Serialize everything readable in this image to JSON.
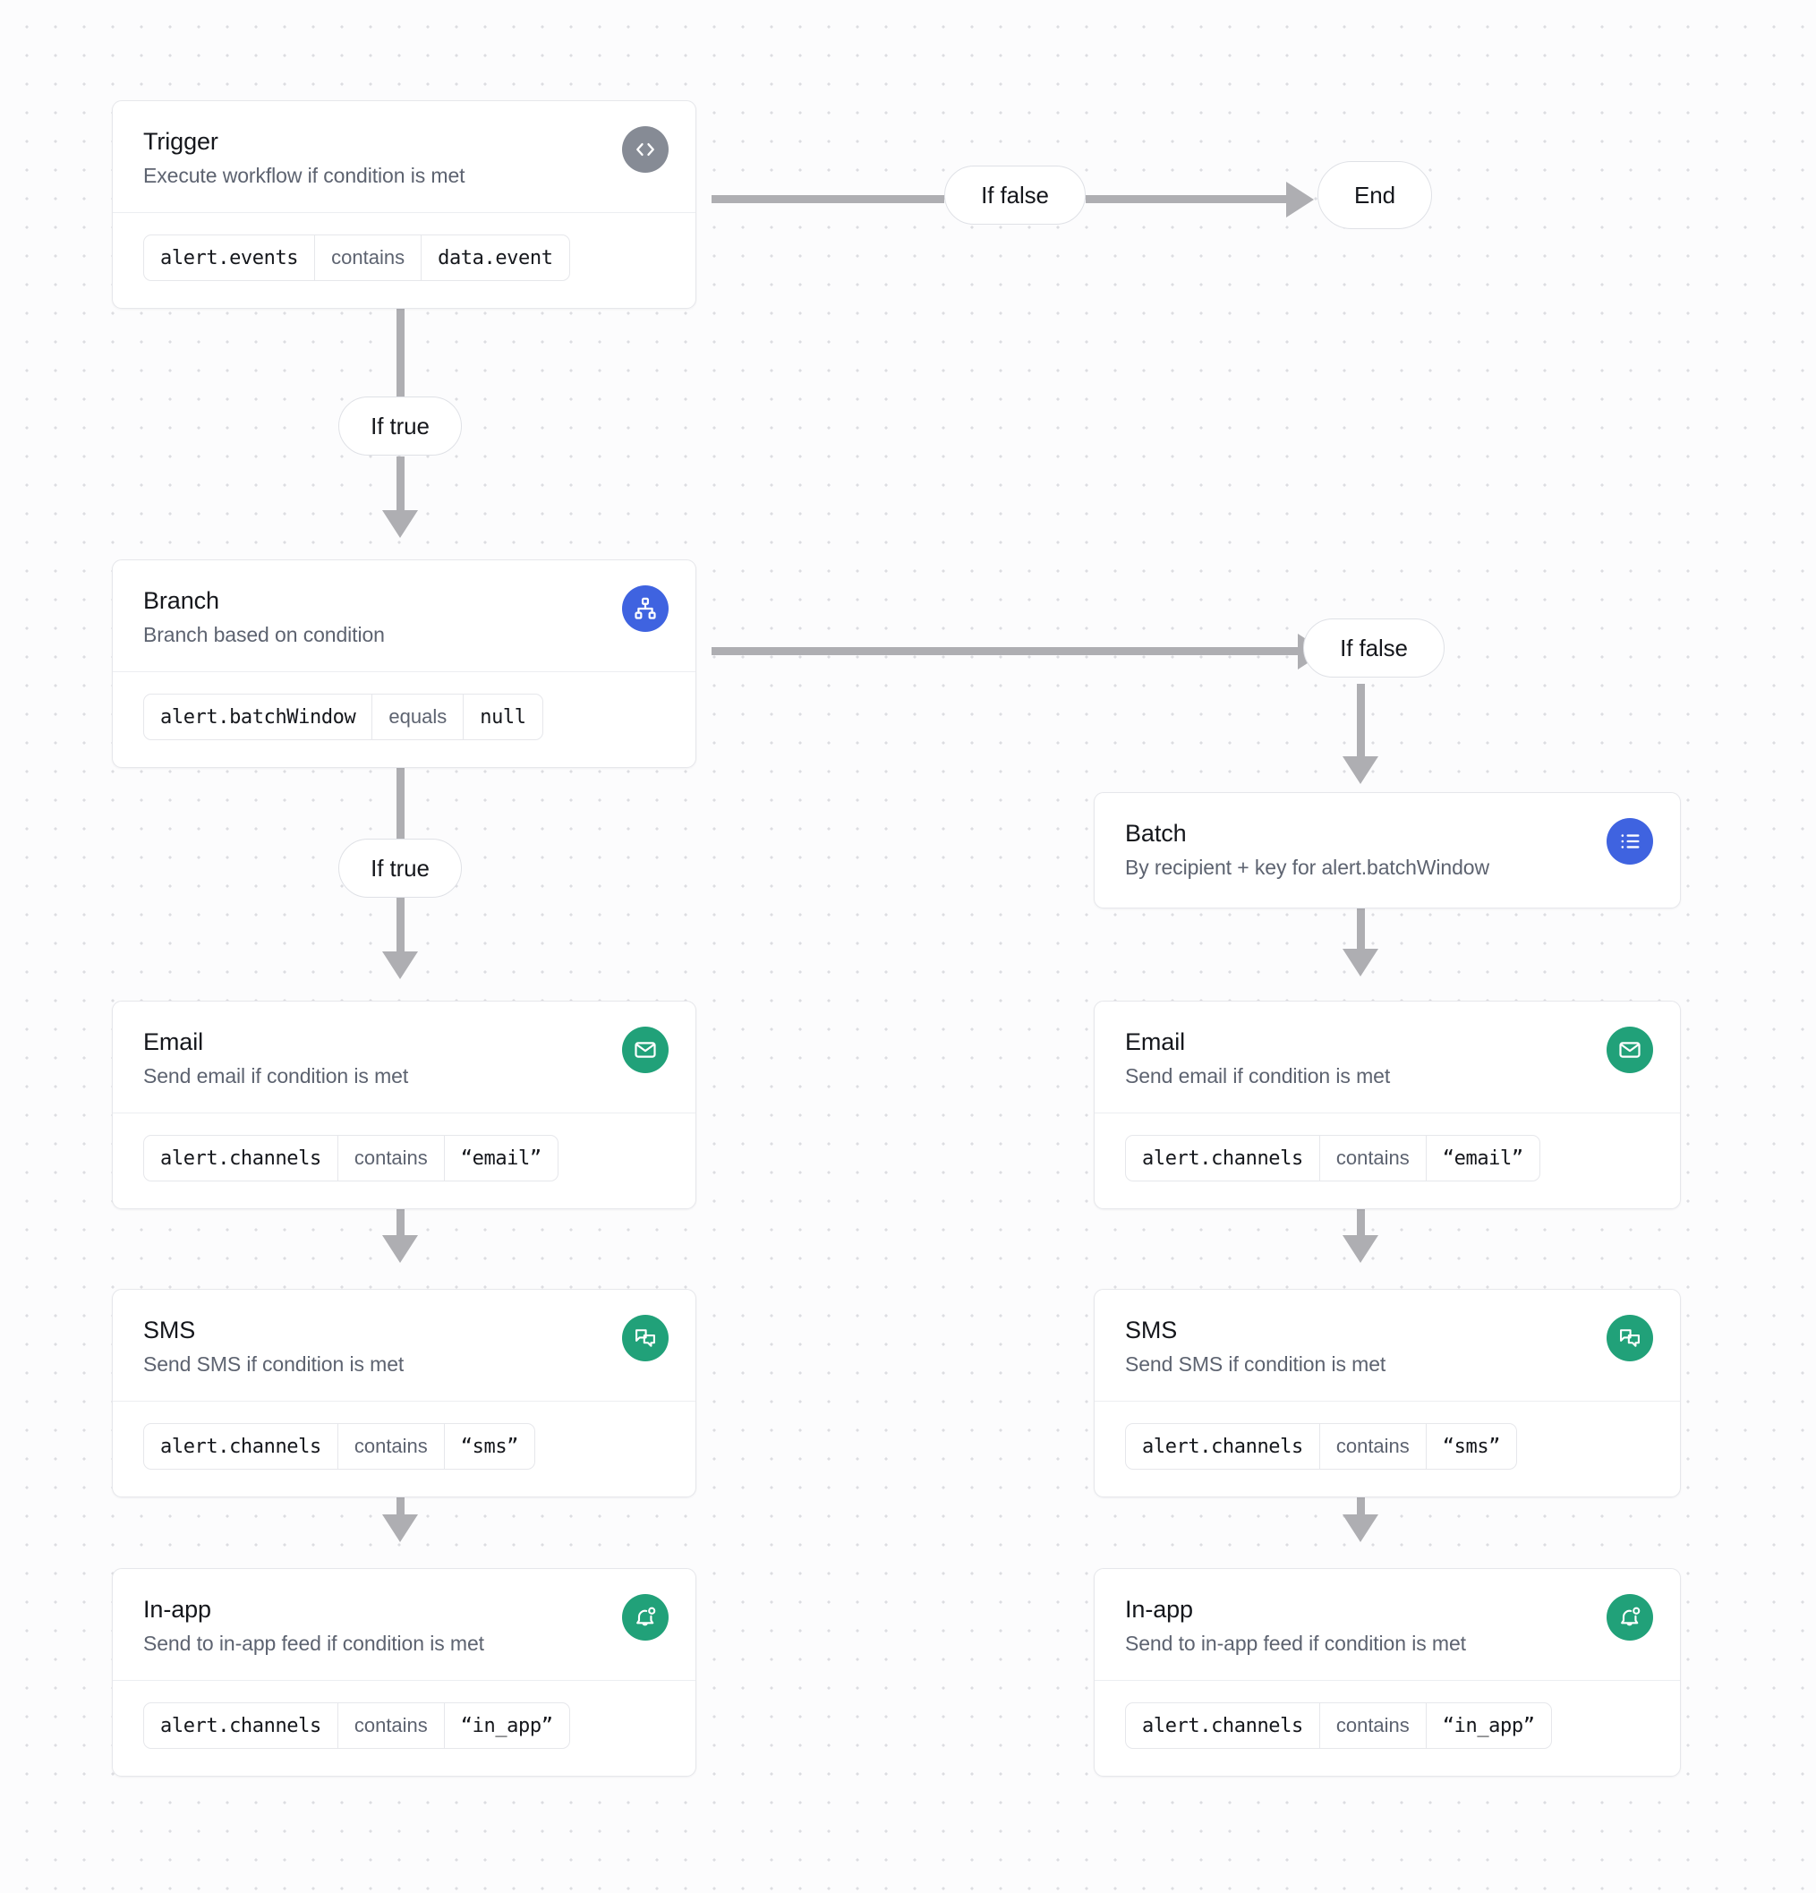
{
  "canvas": {
    "background": "#fcfcfd",
    "accent_blue": "#3f63e0",
    "accent_green": "#21a179",
    "accent_gray": "#868b95",
    "connector_color": "#aeaeb2"
  },
  "nodes": {
    "trigger": {
      "title": "Trigger",
      "subtitle": "Execute workflow if condition is met",
      "icon": "code-icon",
      "condition": {
        "field": "alert.events",
        "operator": "contains",
        "value": "data.event"
      }
    },
    "branch": {
      "title": "Branch",
      "subtitle": "Branch based on condition",
      "icon": "hierarchy-icon",
      "condition": {
        "field": "alert.batchWindow",
        "operator": "equals",
        "value": "null"
      }
    },
    "batch": {
      "title": "Batch",
      "subtitle": "By recipient + key for alert.batchWindow",
      "icon": "list-icon"
    },
    "email_left": {
      "title": "Email",
      "subtitle": "Send email if condition is met",
      "icon": "envelope-icon",
      "condition": {
        "field": "alert.channels",
        "operator": "contains",
        "value": "“email”"
      }
    },
    "sms_left": {
      "title": "SMS",
      "subtitle": "Send SMS if condition is met",
      "icon": "chat-bubbles-icon",
      "condition": {
        "field": "alert.channels",
        "operator": "contains",
        "value": "“sms”"
      }
    },
    "inapp_left": {
      "title": "In-app",
      "subtitle": "Send to in-app feed if condition is met",
      "icon": "bell-icon",
      "condition": {
        "field": "alert.channels",
        "operator": "contains",
        "value": "“in_app”"
      }
    },
    "email_right": {
      "title": "Email",
      "subtitle": "Send email if condition is met",
      "icon": "envelope-icon",
      "condition": {
        "field": "alert.channels",
        "operator": "contains",
        "value": "“email”"
      }
    },
    "sms_right": {
      "title": "SMS",
      "subtitle": "Send SMS if condition is met",
      "icon": "chat-bubbles-icon",
      "condition": {
        "field": "alert.channels",
        "operator": "contains",
        "value": "“sms”"
      }
    },
    "inapp_right": {
      "title": "In-app",
      "subtitle": "Send to in-app feed if condition is met",
      "icon": "bell-icon",
      "condition": {
        "field": "alert.channels",
        "operator": "contains",
        "value": "“in_app”"
      }
    }
  },
  "edges": {
    "trigger_false": "If false",
    "trigger_true": "If true",
    "branch_false": "If false",
    "branch_true": "If true",
    "end": "End"
  }
}
